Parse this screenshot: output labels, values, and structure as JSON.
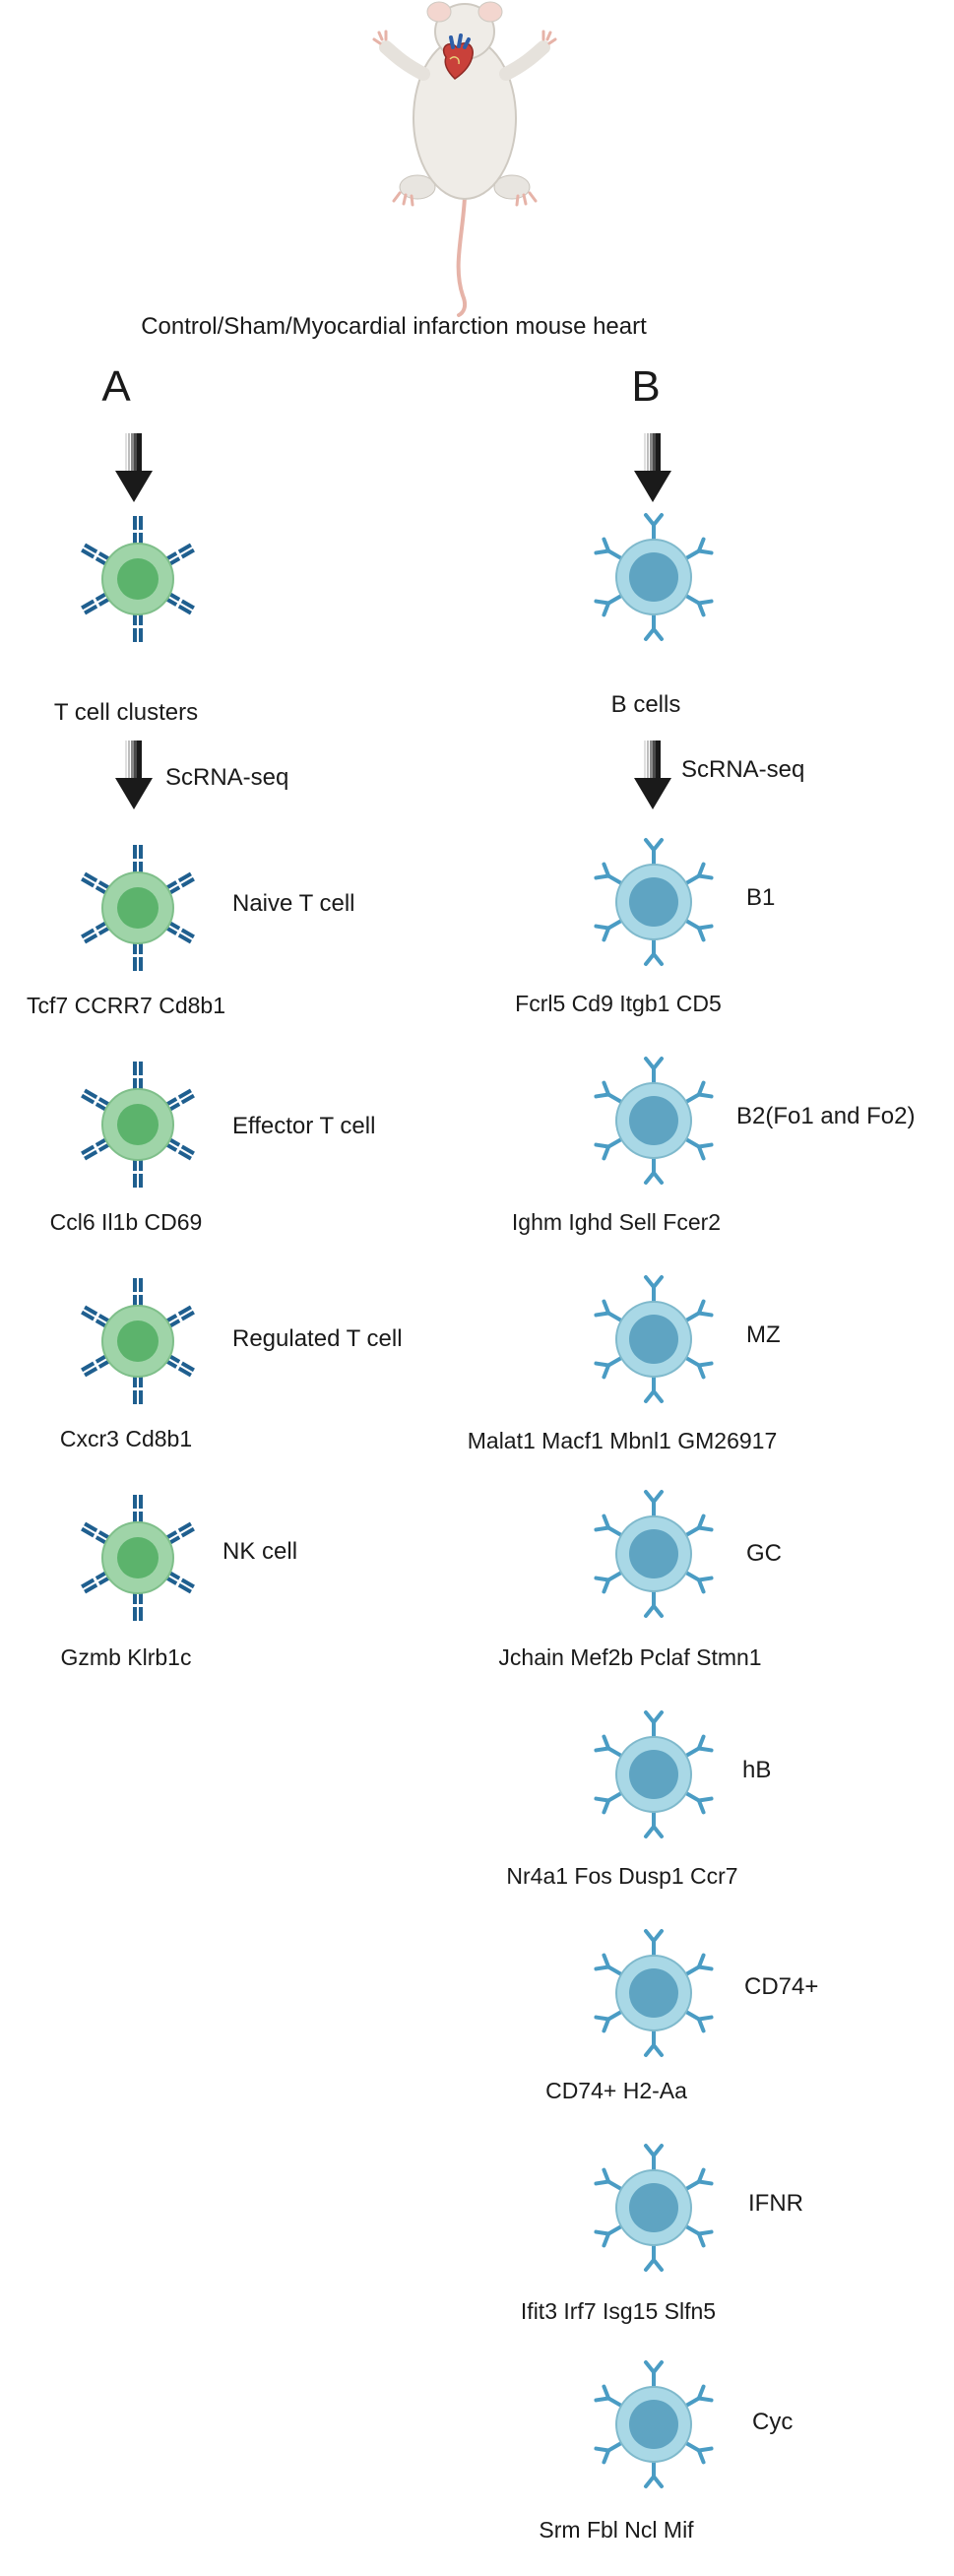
{
  "title": "Control/Sham/Myocardial infarction mouse heart",
  "colors": {
    "t_cell_fill": "#9fd4a8",
    "t_cell_nucleus": "#5cb36c",
    "t_cell_receptor": "#1f5f8f",
    "b_cell_fill": "#a9d8e6",
    "b_cell_nucleus": "#5fa4c2",
    "b_cell_antibody": "#4a9cc4",
    "arrow": "#1a1a1a"
  },
  "panel_a": {
    "letter": "A",
    "source_label": "T cell clusters",
    "method_label": "ScRNA-seq",
    "clusters": [
      {
        "name": "Naive T cell",
        "markers": "Tcf7 CCRR7 Cd8b1"
      },
      {
        "name": "Effector T cell",
        "markers": "Ccl6 Il1b CD69"
      },
      {
        "name": "Regulated T cell",
        "markers": "Cxcr3 Cd8b1"
      },
      {
        "name": "NK cell",
        "markers": "Gzmb Klrb1c"
      }
    ]
  },
  "panel_b": {
    "letter": "B",
    "source_label": "B cells",
    "method_label": "ScRNA-seq",
    "clusters": [
      {
        "name": "B1",
        "markers": "Fcrl5 Cd9 Itgb1 CD5"
      },
      {
        "name": "B2(Fo1 and Fo2)",
        "markers": "Ighm Ighd Sell Fcer2"
      },
      {
        "name": "MZ",
        "markers": "Malat1 Macf1 Mbnl1 GM26917"
      },
      {
        "name": "GC",
        "markers": "Jchain Mef2b Pclaf Stmn1"
      },
      {
        "name": "hB",
        "markers": "Nr4a1 Fos Dusp1 Ccr7"
      },
      {
        "name": "CD74+",
        "markers": "CD74+  H2-Aa"
      },
      {
        "name": "IFNR",
        "markers": "Ifit3 Irf7 Isg15 Slfn5"
      },
      {
        "name": "Cyc",
        "markers": "Srm Fbl Ncl Mif"
      }
    ]
  }
}
